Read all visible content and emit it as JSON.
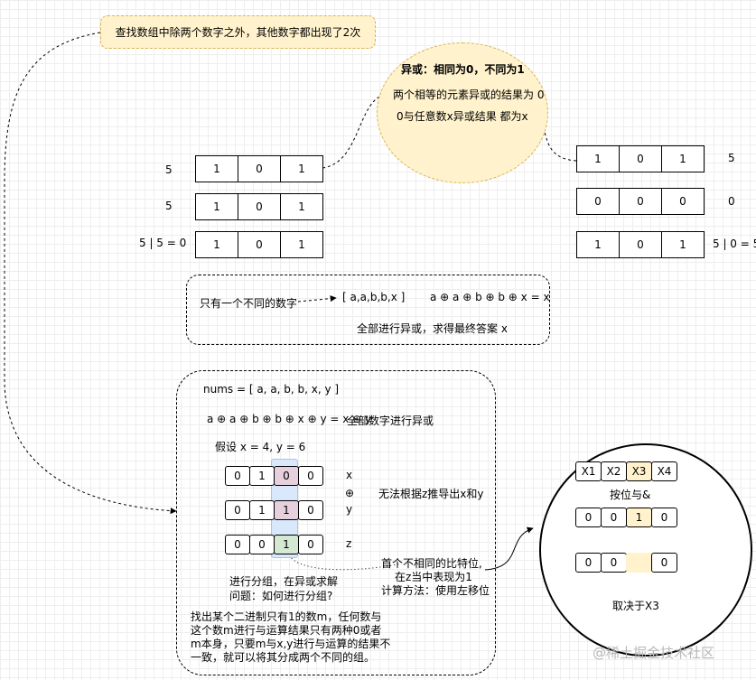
{
  "title": "查找数组中除两个数字之外，其他数字都出现了2次",
  "xor_rules": {
    "heading": "异或：相同为0，不同为1",
    "line1": "两个相等的元素异或的结果为 0",
    "line2": "0与任意数x异或结果 都为x"
  },
  "or_example": {
    "labels": [
      "5",
      "5",
      "5 | 5 = 0"
    ],
    "rows": [
      [
        "1",
        "0",
        "1"
      ],
      [
        "1",
        "0",
        "1"
      ],
      [
        "1",
        "0",
        "1"
      ]
    ]
  },
  "or_zero_example": {
    "labels": [
      "5",
      "0",
      "5 | 0 = 5"
    ],
    "rows": [
      [
        "1",
        "0",
        "1"
      ],
      [
        "0",
        "0",
        "0"
      ],
      [
        "1",
        "0",
        "1"
      ]
    ]
  },
  "single_box": {
    "text1": "只有一个不同的数字",
    "array": "[ a,a,b,b,x ]",
    "formula": "a ⊕ a ⊕ b ⊕ b ⊕ x = x",
    "text2": "全部进行异或，求得最终答案 x"
  },
  "main_box": {
    "nums": "nums = [ a,  a,  b,  b,  x,  y ]",
    "formula": "a ⊕ a ⊕ b ⊕ b ⊕ x ⊕ y = x ⊕ y",
    "formula_note": "全部数字进行异或",
    "assume": "假设 x = 4,  y = 6",
    "rows": [
      {
        "bits": [
          "0",
          "1",
          "0",
          "0"
        ],
        "label": "x"
      },
      {
        "bits": [
          "0",
          "1",
          "1",
          "0"
        ],
        "label": "y"
      },
      {
        "bits": [
          "0",
          "0",
          "1",
          "0"
        ],
        "label": "z"
      }
    ],
    "op": "⊕",
    "cannot": "无法根据z推导出x和y",
    "first_diff": [
      "首个不相同的比特位,",
      "在z当中表现为1",
      "计算方法：使用左移位"
    ],
    "group_q": [
      "进行分组，在异或求解",
      "问题：如何进行分组?"
    ],
    "explain": [
      "找出某个二进制只有1的数m，任何数与",
      "这个数m进行与运算结果只有两种0或者",
      "m本身，只要m与x,y进行与运算的结果不",
      "一致，就可以将其分成两个不同的组。"
    ]
  },
  "circle_detail": {
    "headers": [
      "X1",
      "X2",
      "X3",
      "X4"
    ],
    "and_label": "按位与&",
    "row2": [
      "0",
      "0",
      "1",
      "0"
    ],
    "row3": [
      "0",
      "0",
      "",
      "0"
    ],
    "depends": "取决于X3"
  },
  "watermark": "@稀土掘金技术社区",
  "colors": {
    "note_fill": "#fff2cc",
    "note_stroke": "#d6b656",
    "pink": "#e6d0de",
    "purple_strip": "#dae8fc"
  }
}
